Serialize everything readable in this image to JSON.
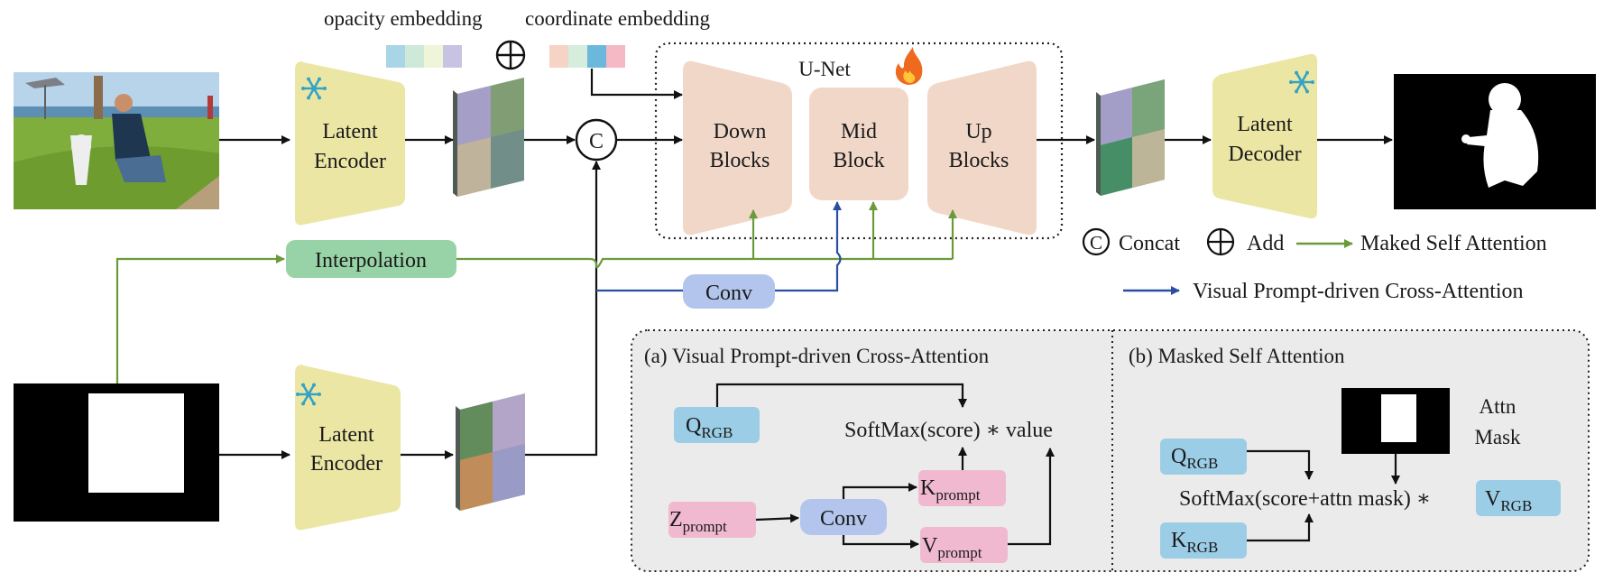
{
  "colors": {
    "encoder_fill": "#ece6a5",
    "unet_fill": "#f1d7c8",
    "interp_fill": "#97d3a6",
    "conv_fill": "#b3c5ec",
    "q_fill": "#9ccde6",
    "prompt_fill": "#f1b9cf",
    "panel_fill": "#ebebeb",
    "green_arrow": "#6a9a3a",
    "blue_arrow": "#2b4ea3",
    "frozen_icon": "#35a3c3"
  },
  "embeddings": {
    "opacity_label": "opacity embedding",
    "coordinate_label": "coordinate embedding",
    "opacity_colors": [
      "#a9d6e6",
      "#cfe9d9",
      "#eef5d9",
      "#c9c3e3"
    ],
    "coordinate_colors": [
      "#f5d3c5",
      "#d6ecdc",
      "#6cb8dd",
      "#f5b8c5"
    ]
  },
  "encoder_top": {
    "line1": "Latent",
    "line2": "Encoder",
    "icon": "snowflake-icon"
  },
  "encoder_bottom": {
    "line1": "Latent",
    "line2": "Encoder",
    "icon": "snowflake-icon"
  },
  "decoder": {
    "line1": "Latent",
    "line2": "Decoder",
    "icon": "snowflake-icon"
  },
  "concat_symbol": "C",
  "unet": {
    "title": "U-Net",
    "icon": "fire-icon",
    "down": {
      "line1": "Down",
      "line2": "Blocks"
    },
    "mid": {
      "line1": "Mid",
      "line2": "Block"
    },
    "up": {
      "line1": "Up",
      "line2": "Blocks"
    }
  },
  "interpolation_label": "Interpolation",
  "conv_label": "Conv",
  "legend": {
    "concat_symbol": "C",
    "concat": "Concat",
    "add": "Add",
    "green_arrow": "Maked Self Attention",
    "blue_arrow": "Visual Prompt-driven Cross-Attention"
  },
  "panel_a": {
    "title": "(a) Visual Prompt-driven Cross-Attention",
    "q": "Q",
    "q_sub": "RGB",
    "z": "Z",
    "z_sub": "prompt",
    "conv": "Conv",
    "k": "K",
    "k_sub": "prompt",
    "v": "V",
    "v_sub": "prompt",
    "formula": "SoftMax(score) ∗ value"
  },
  "panel_b": {
    "title": "(b) Masked Self Attention",
    "q": "Q",
    "q_sub": "RGB",
    "k": "K",
    "k_sub": "RGB",
    "v": "V",
    "v_sub": "RGB",
    "mask_line1": "Attn",
    "mask_line2": "Mask",
    "formula": "SoftMax(score+attn mask) ∗"
  }
}
